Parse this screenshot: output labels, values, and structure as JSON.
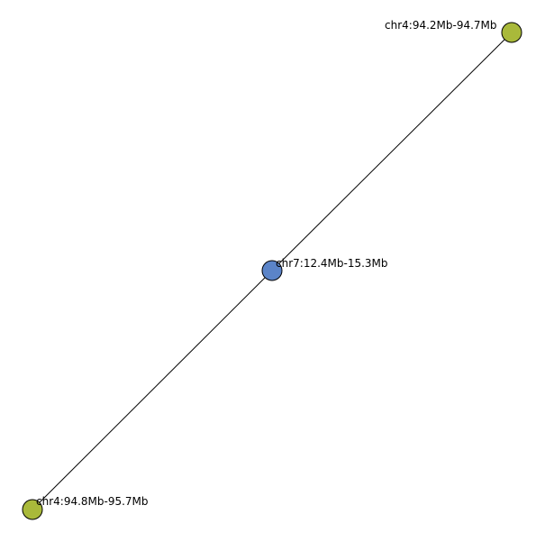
{
  "graph": {
    "nodes": [
      {
        "id": "n-center",
        "label": "chr7:12.4Mb-15.3Mb",
        "color": "#5b84c8"
      },
      {
        "id": "n-top",
        "label": "chr4:94.2Mb-94.7Mb",
        "color": "#a9b93a"
      },
      {
        "id": "n-bottom",
        "label": "chr4:94.8Mb-95.7Mb",
        "color": "#a9b93a"
      }
    ],
    "edges": [
      {
        "source": "n-center",
        "target": "n-top"
      },
      {
        "source": "n-center",
        "target": "n-bottom"
      }
    ]
  }
}
